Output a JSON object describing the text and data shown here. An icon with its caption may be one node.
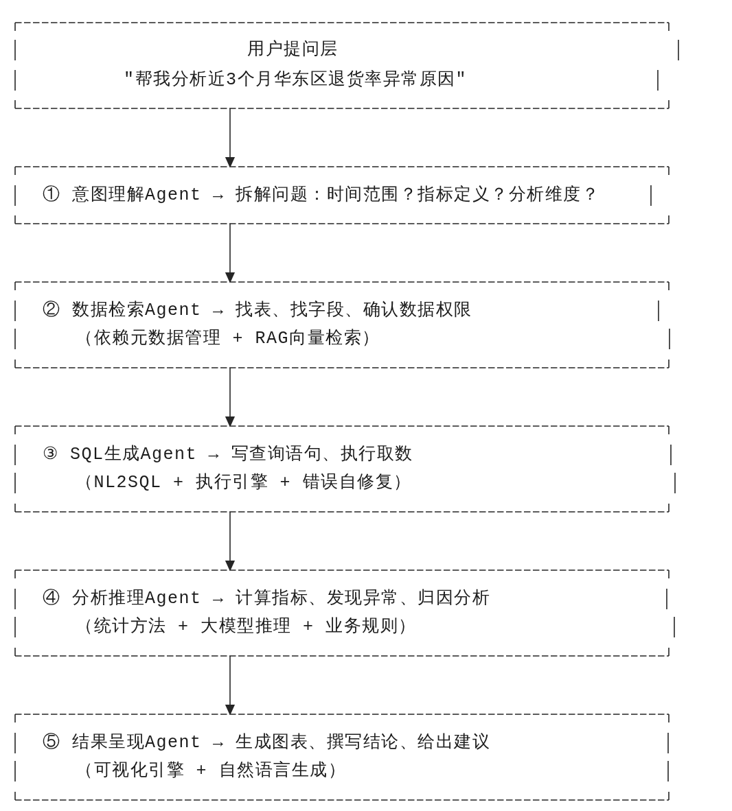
{
  "diagram": {
    "nodes": [
      {
        "text": [
          "用户提问层",
          "\"帮我分析近3个月华东区退货率异常原因\""
        ]
      },
      {
        "text": [
          "① 意图理解Agent → 拆解问题：时间范围？指标定义？分析维度？"
        ]
      },
      {
        "text": [
          "② 数据检索Agent → 找表、找字段、确认数据权限",
          "（依赖元数据管理 + RAG向量检索）"
        ]
      },
      {
        "text": [
          "③ SQL生成Agent → 写查询语句、执行取数",
          "（NL2SQL + 执行引擎 + 错误自修复）"
        ]
      },
      {
        "text": [
          "④ 分析推理Agent → 计算指标、发现异常、归因分析",
          "（统计方法 + 大模型推理 + 业务规则）"
        ]
      },
      {
        "text": [
          "⑤ 结果呈现Agent → 生成图表、撰写结论、给出建议",
          "（可视化引擎 + 自然语言生成）"
        ]
      }
    ],
    "edges": [
      {
        "from": 0,
        "to": 1,
        "arrow": "to"
      },
      {
        "from": 1,
        "to": 2,
        "arrow": "to"
      },
      {
        "from": 2,
        "to": 3,
        "arrow": "to"
      },
      {
        "from": 3,
        "to": 4,
        "arrow": "to"
      },
      {
        "from": 4,
        "to": 5,
        "arrow": "to"
      }
    ]
  }
}
